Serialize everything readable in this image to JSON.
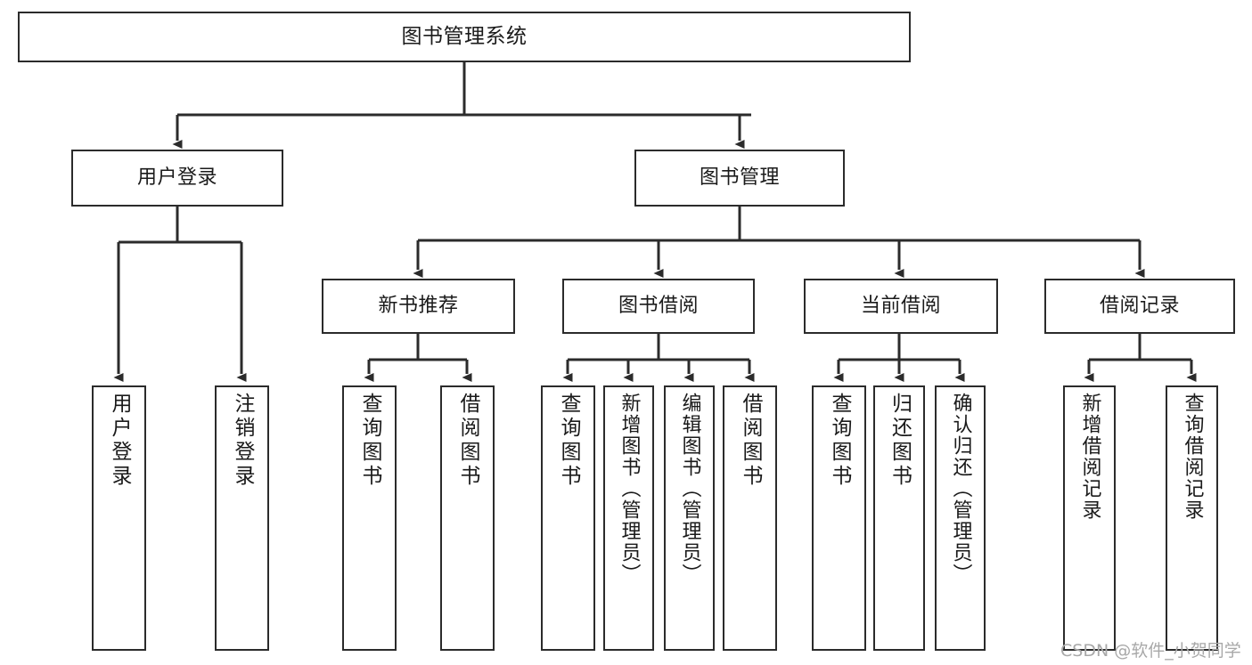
{
  "diagram": {
    "title": "图书管理系统",
    "type": "tree-hierarchy",
    "root": {
      "label": "图书管理系统"
    },
    "level2": [
      {
        "label": "用户登录"
      },
      {
        "label": "图书管理"
      }
    ],
    "level3": [
      {
        "label": "新书推荐"
      },
      {
        "label": "图书借阅"
      },
      {
        "label": "当前借阅"
      },
      {
        "label": "借阅记录"
      }
    ],
    "leaves": [
      {
        "label": "用户登录",
        "parent": "用户登录"
      },
      {
        "label": "注销登录",
        "parent": "用户登录"
      },
      {
        "label": "查询图书",
        "parent": "新书推荐"
      },
      {
        "label": "借阅图书",
        "parent": "新书推荐"
      },
      {
        "label": "查询图书",
        "parent": "图书借阅"
      },
      {
        "label": "新增图书（管理员）",
        "parent": "图书借阅"
      },
      {
        "label": "编辑图书（管理员）",
        "parent": "图书借阅"
      },
      {
        "label": "借阅图书",
        "parent": "图书借阅"
      },
      {
        "label": "查询图书",
        "parent": "当前借阅"
      },
      {
        "label": "归还图书",
        "parent": "当前借阅"
      },
      {
        "label": "确认归还（管理员）",
        "parent": "当前借阅"
      },
      {
        "label": "新增借阅记录",
        "parent": "借阅记录"
      },
      {
        "label": "查询借阅记录",
        "parent": "借阅记录"
      }
    ]
  },
  "watermark": {
    "text": "CSDN @软件_小贺同学"
  },
  "colors": {
    "stroke": "#2b2b2b",
    "background": "#ffffff",
    "text": "#1a1a1a",
    "watermark": "#a8a8a8"
  }
}
